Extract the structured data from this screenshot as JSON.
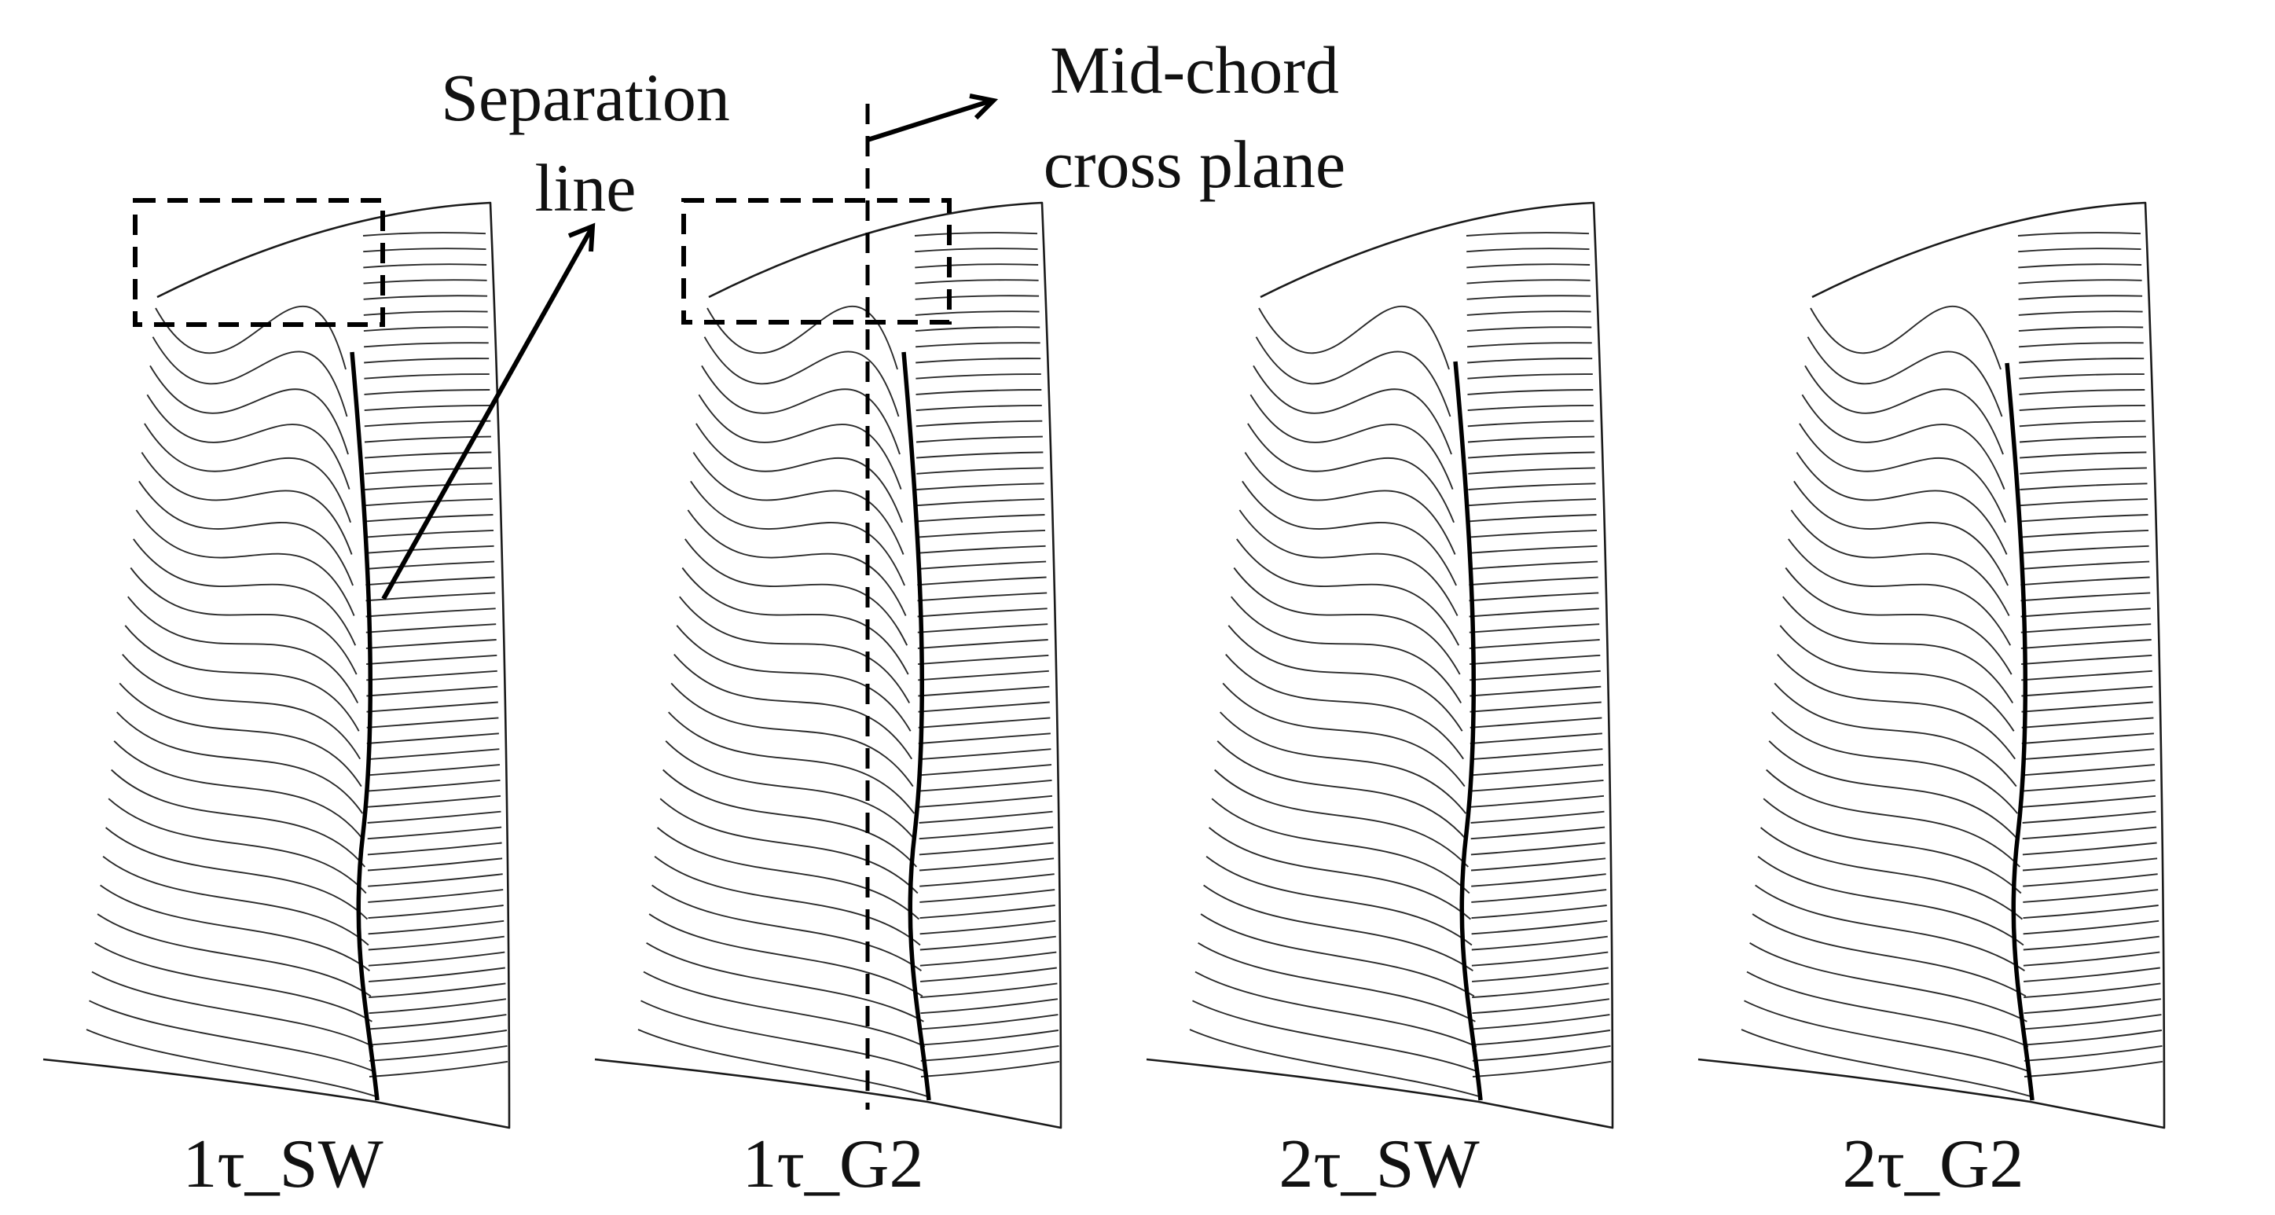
{
  "annotations": {
    "separation_line": [
      "Separation",
      "line"
    ],
    "mid_chord": [
      "Mid-chord",
      "cross plane"
    ]
  },
  "panels": [
    {
      "id": "p1",
      "label": "1τ_SW"
    },
    {
      "id": "p2",
      "label": "1τ_G2"
    },
    {
      "id": "p3",
      "label": "2τ_SW"
    },
    {
      "id": "p4",
      "label": "2τ_G2"
    }
  ]
}
